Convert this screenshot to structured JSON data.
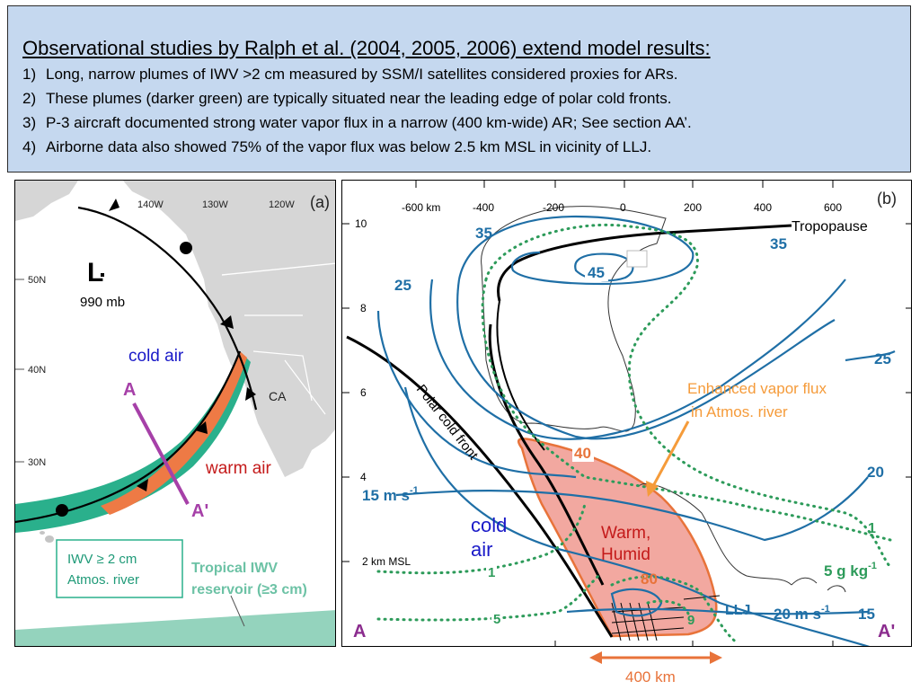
{
  "header": {
    "title": "Observational studies by Ralph et al. (2004, 2005, 2006) extend model results:",
    "points": [
      {
        "num": "1)",
        "text": "Long, narrow plumes of IWV >2 cm measured by SSM/I satellites considered proxies for ARs."
      },
      {
        "num": "2)",
        "text": "These plumes (darker green) are typically situated near the leading edge of polar cold fronts."
      },
      {
        "num": "3)",
        "text": "P-3 aircraft documented strong water vapor flux in a narrow (400 km-wide) AR; See section AA’."
      },
      {
        "num": "4)",
        "text": "Airborne data also showed 75% of the vapor flux was below 2.5 km MSL in vicinity of LLJ."
      }
    ]
  },
  "panel_a": {
    "label": "(a)",
    "lon_labels": [
      "140W",
      "130W",
      "120W"
    ],
    "lat_labels": [
      "50N",
      "40N",
      "30N"
    ],
    "low_symbol": "L",
    "low_pressure": "990 mb",
    "state_label": "CA",
    "cold_air": "cold air",
    "warm_air": "warm air",
    "section_a": "A",
    "section_a_prime": "A'",
    "legend_line1": "IWV ≥ 2 cm",
    "legend_line2": "Atmos. river",
    "tropical_line1": "Tropical IWV",
    "tropical_line2": "reservoir (≥3 cm)",
    "colors": {
      "land": "#d6d6d6",
      "iwv": "#2ab08c",
      "ar": "#ee7a45",
      "tropical": "#94d3bd",
      "section": "#a640a8"
    }
  },
  "panel_b": {
    "label": "(b)",
    "x_labels": [
      "-600 km",
      "-400",
      "-200",
      "0",
      "200",
      "400",
      "600"
    ],
    "y_labels": [
      "10",
      "8",
      "6",
      "4"
    ],
    "msl_label": "2 km MSL",
    "tropopause": "Tropopause",
    "polar_front": "Polar cold front",
    "speed_labels": [
      "35",
      "45",
      "35",
      "25",
      "25",
      "20",
      "15"
    ],
    "speed_units_left": "15 m s",
    "speed_units_right": "20 m s",
    "exponent": "-1",
    "flux_labels": [
      "40",
      "80"
    ],
    "moisture_labels": [
      "1",
      "5",
      "1",
      "9"
    ],
    "moisture_units": "5 g kg",
    "enhanced_line1": "Enhanced vapor flux",
    "enhanced_line2": "in Atmos. river",
    "warm_humid_line1": "Warm,",
    "warm_humid_line2": "Humid",
    "cold_line1": "cold",
    "cold_line2": "air",
    "llj": "LLJ",
    "section_a": "A",
    "section_a_prime": "A'",
    "width_label": "400 km",
    "colors": {
      "jet": "#1f6fa6",
      "moisture": "#2d9b5a",
      "flux_fill": "#f2a8a0",
      "flux_line": "#e8733a",
      "ends": "#8b2c8e"
    }
  }
}
